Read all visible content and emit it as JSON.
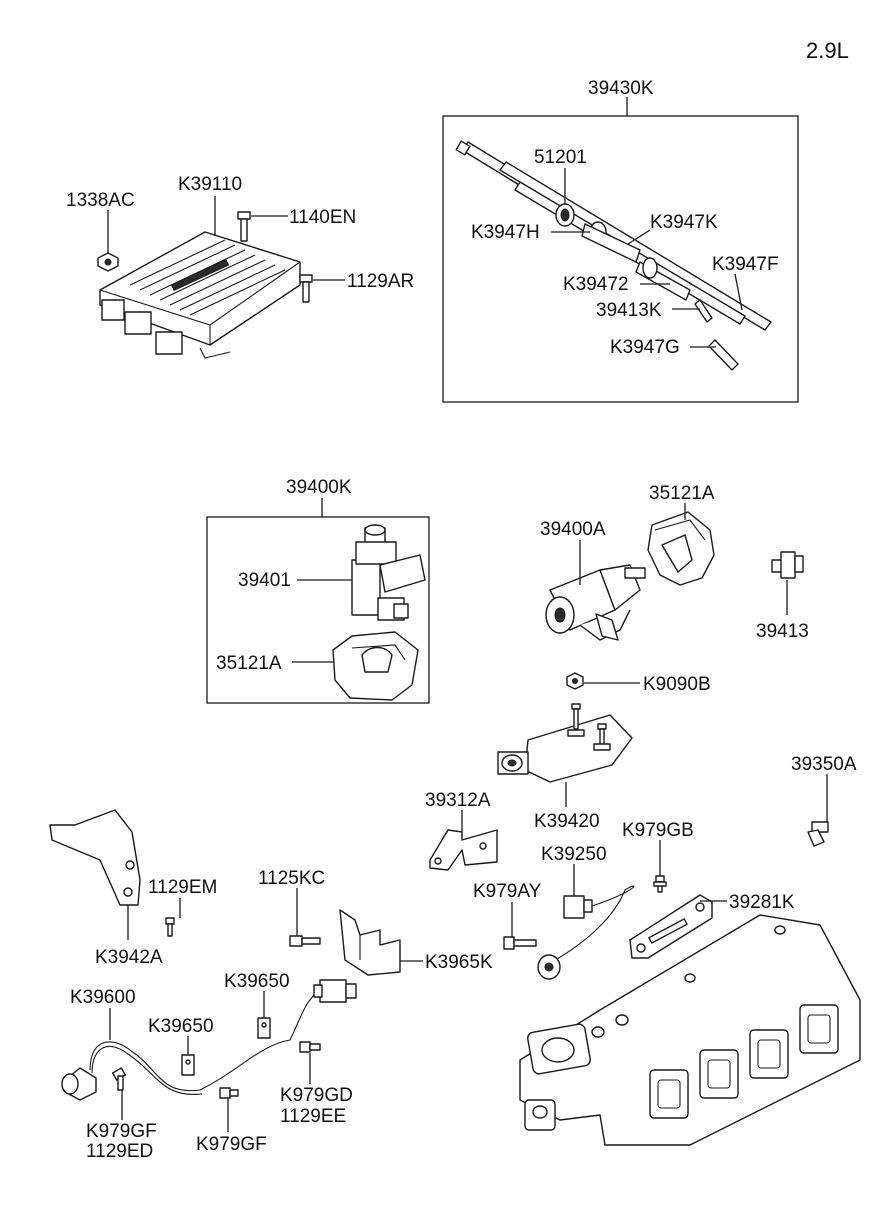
{
  "engine": "2.9L",
  "labels": {
    "l39430K": "39430K",
    "l51201": "51201",
    "lK3947H": "K3947H",
    "lK3947K": "K3947K",
    "lK3947F": "K3947F",
    "lK39472": "K39472",
    "l39413K": "39413K",
    "lK3947G": "K3947G",
    "l1338AC": "1338AC",
    "lK39110": "K39110",
    "l1140EN": "1140EN",
    "l1129AR": "1129AR",
    "l39400K": "39400K",
    "l39401": "39401",
    "l35121A_a": "35121A",
    "l35121A_b": "35121A",
    "l39400A": "39400A",
    "l39413": "39413",
    "lK9090B": "K9090B",
    "l39350A": "39350A",
    "l39312A": "39312A",
    "lK39420": "K39420",
    "lK979GB": "K979GB",
    "lK39250": "K39250",
    "lK979AY": "K979AY",
    "l39281K": "39281K",
    "l1129EM": "1129EM",
    "l1125KC": "1125KC",
    "lK3942A": "K3942A",
    "lK3965K": "K3965K",
    "lK39650_a": "K39650",
    "lK39650_b": "K39650",
    "lK39600": "K39600",
    "lK979GD": "K979GD",
    "l1129EE": "1129EE",
    "lK979GF_a": "K979GF",
    "l1129ED": "1129ED",
    "lK979GF_b": "K979GF"
  }
}
